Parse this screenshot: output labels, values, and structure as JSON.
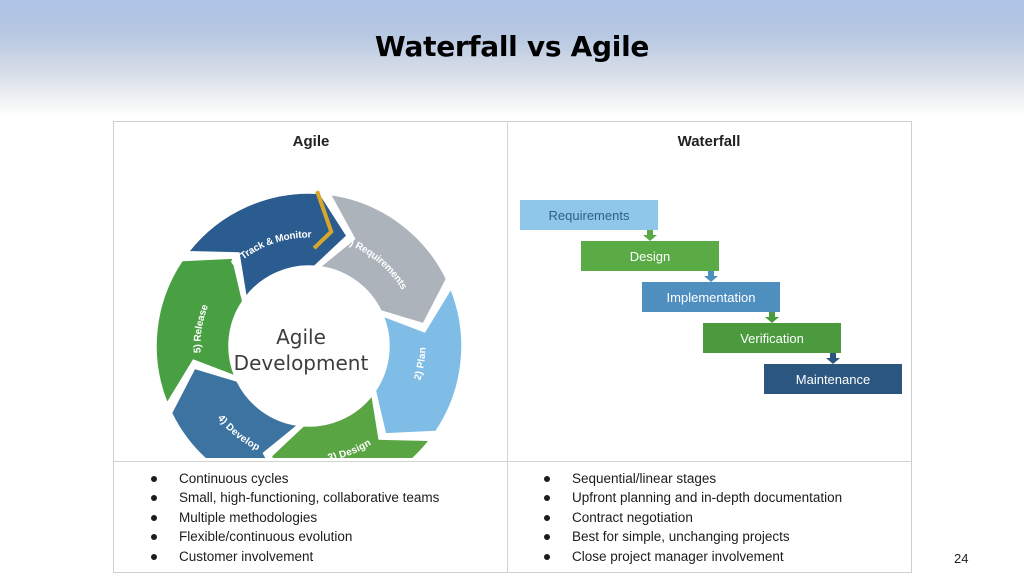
{
  "slide": {
    "title": "Waterfall vs Agile",
    "page_number": "24"
  },
  "agile": {
    "heading": "Agile",
    "center_label_line1": "Agile",
    "center_label_line2": "Development",
    "steps": [
      {
        "label": "1) Requirements",
        "color": "#adb3bb"
      },
      {
        "label": "2) Plan",
        "color": "#7fbde6"
      },
      {
        "label": "3) Design",
        "color": "#5aa543"
      },
      {
        "label": "4) Develop",
        "color": "#3d73a0"
      },
      {
        "label": "5) Release",
        "color": "#49a043"
      },
      {
        "label": "6) Track & Monitor",
        "color": "#2b5c8f"
      }
    ],
    "accent_color": "#d8a72a",
    "points": [
      "Continuous cycles",
      "Small, high-functioning, collaborative teams",
      "Multiple methodologies",
      "Flexible/continuous evolution",
      "Customer involvement"
    ]
  },
  "waterfall": {
    "heading": "Waterfall",
    "stages": [
      {
        "label": "Requirements",
        "color": "#8ec7ea",
        "text_color": "#2f5f8a"
      },
      {
        "label": "Design",
        "color": "#5aab45",
        "text_color": "#ffffff"
      },
      {
        "label": "Implementation",
        "color": "#4f8fc0",
        "text_color": "#ffffff"
      },
      {
        "label": "Verification",
        "color": "#4b9b3e",
        "text_color": "#ffffff"
      },
      {
        "label": "Maintenance",
        "color": "#2a5680",
        "text_color": "#ffffff"
      }
    ],
    "points": [
      "Sequential/linear stages",
      "Upfront planning and in-depth documentation",
      "Contract negotiation",
      "Best for simple, unchanging projects",
      "Close project manager involvement"
    ]
  }
}
